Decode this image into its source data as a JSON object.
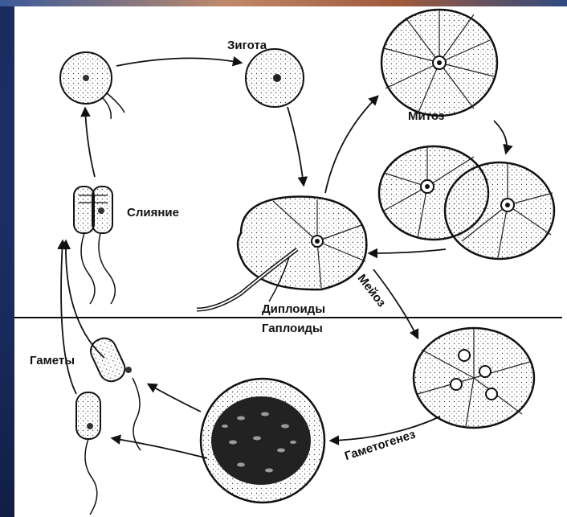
{
  "labels": {
    "zygote": "Зигота",
    "mitosis": "Митоз",
    "fusion": "Слияние",
    "meiosis": "Мейоз",
    "diploids": "Диплоиды",
    "haploids": "Гаплоиды",
    "gametes": "Гаметы",
    "gametogenesis": "Гаметогенез"
  }
}
